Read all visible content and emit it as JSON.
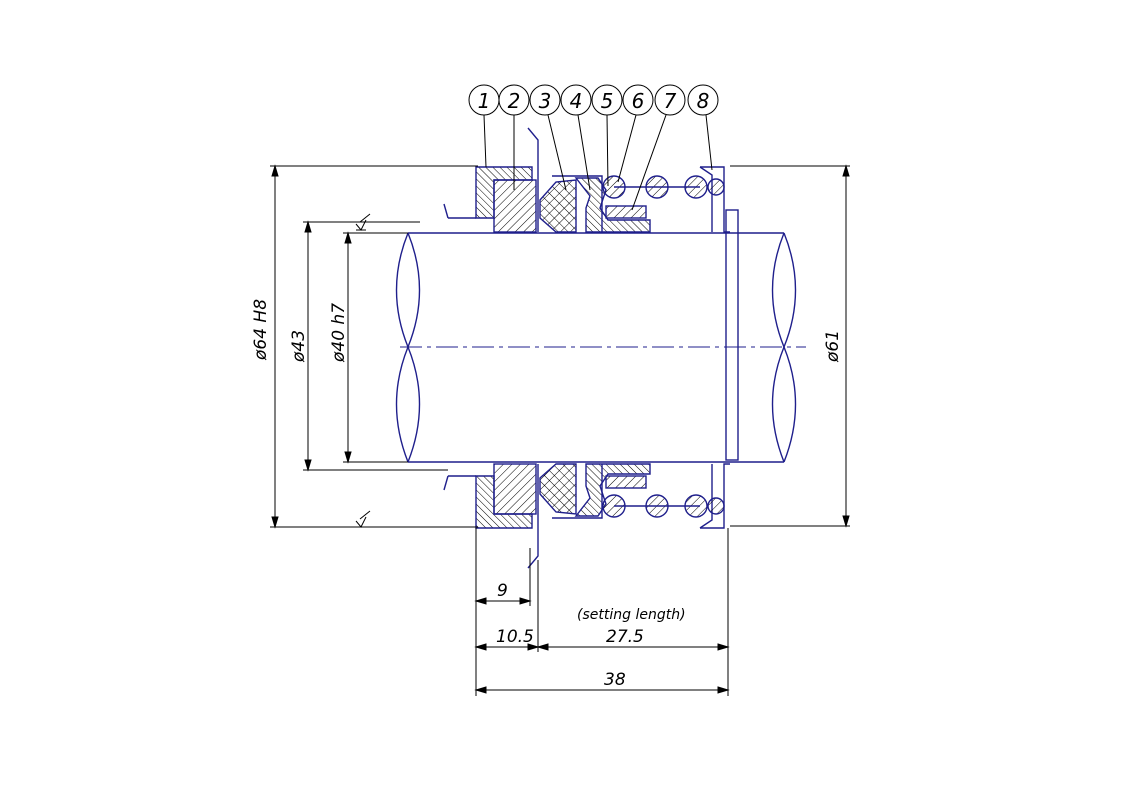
{
  "drawing": {
    "balloons": [
      "1",
      "2",
      "3",
      "4",
      "5",
      "6",
      "7",
      "8"
    ],
    "dimensions": {
      "bore_housing": "ø64 H8",
      "inner_diameter": "ø43",
      "shaft_diameter": "ø40 h7",
      "outer_diameter": "ø61",
      "seat_width": "9",
      "seat_length": "10.5",
      "working_length": "27.5",
      "setting_length_note": "(setting length)",
      "overall_length": "38"
    },
    "colors": {
      "outline": "#1f1f8c",
      "dimension": "#000000",
      "hatch": "#000000"
    }
  }
}
